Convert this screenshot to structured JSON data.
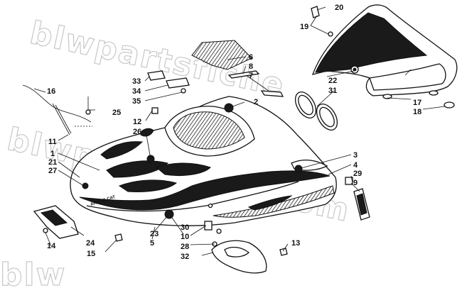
{
  "watermark": {
    "top": "blwpartsfiche",
    "middle": "blwpartsfiche.com",
    "bottom": "blw"
  },
  "decal_text": {
    "brand": "ARCTIC CAT"
  },
  "callouts": [
    {
      "label": "1"
    },
    {
      "label": "2"
    },
    {
      "label": "3"
    },
    {
      "label": "4"
    },
    {
      "label": "5"
    },
    {
      "label": "6"
    },
    {
      "label": "7"
    },
    {
      "label": "8"
    },
    {
      "label": "9"
    },
    {
      "label": "10"
    },
    {
      "label": "11"
    },
    {
      "label": "12"
    },
    {
      "label": "13"
    },
    {
      "label": "14"
    },
    {
      "label": "15"
    },
    {
      "label": "16"
    },
    {
      "label": "17"
    },
    {
      "label": "18"
    },
    {
      "label": "19"
    },
    {
      "label": "20"
    },
    {
      "label": "21"
    },
    {
      "label": "22"
    },
    {
      "label": "23"
    },
    {
      "label": "24"
    },
    {
      "label": "25"
    },
    {
      "label": "26"
    },
    {
      "label": "27"
    },
    {
      "label": "28"
    },
    {
      "label": "29"
    },
    {
      "label": "30"
    },
    {
      "label": "31"
    },
    {
      "label": "32"
    },
    {
      "label": "33"
    },
    {
      "label": "34"
    },
    {
      "label": "35"
    }
  ]
}
